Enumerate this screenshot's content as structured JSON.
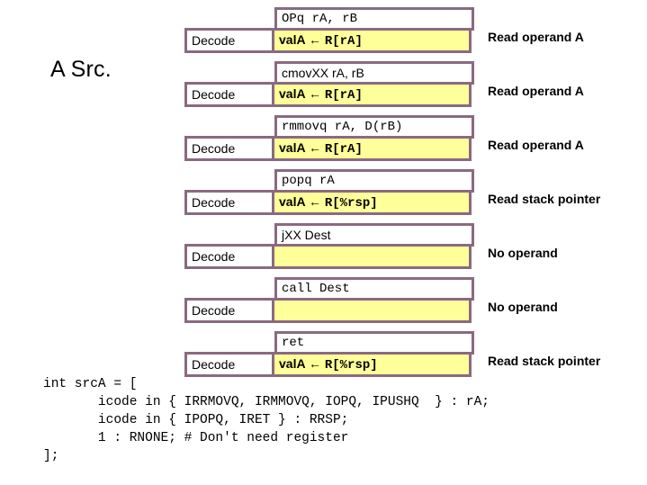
{
  "slide": {
    "title": "A Src."
  },
  "table": {
    "stage_label": "Decode",
    "groups": [
      {
        "instruction": "OPq rA, rB",
        "instruction_font": "mono",
        "stage": "Decode",
        "action": "valA ← R[rA]",
        "action_empty": false,
        "note": "Read operand A"
      },
      {
        "instruction": "cmovXX rA, rB",
        "instruction_font": "sans",
        "stage": "Decode",
        "action": "valA ← R[rA]",
        "action_empty": false,
        "note": "Read operand A"
      },
      {
        "instruction": "rmmovq rA, D(rB)",
        "instruction_font": "mono",
        "stage": "Decode",
        "action": "valA ← R[rA]",
        "action_empty": false,
        "note": "Read operand A"
      },
      {
        "instruction": "popq rA",
        "instruction_font": "mono",
        "stage": "Decode",
        "action": "valA ← R[%rsp]",
        "action_empty": false,
        "note": "Read stack pointer"
      },
      {
        "instruction": "jXX Dest",
        "instruction_font": "sans",
        "stage": "Decode",
        "action": "",
        "action_empty": true,
        "note": "No operand"
      },
      {
        "instruction": "call Dest",
        "instruction_font": "mono",
        "stage": "Decode",
        "action": "",
        "action_empty": true,
        "note": "No operand"
      },
      {
        "instruction": "ret",
        "instruction_font": "mono",
        "stage": "Decode",
        "action": "valA ← R[%rsp]",
        "action_empty": false,
        "note": "Read stack pointer"
      }
    ]
  },
  "code": {
    "lines": [
      "int srcA = [",
      "       icode in { IRRMOVQ, IRMMOVQ, IOPQ, IPUSHQ  } : rA;",
      "       icode in { IPOPQ, IRET } : RRSP;",
      "       1 : RNONE; # Don't need register",
      "];"
    ]
  },
  "colors": {
    "border": "#8A6A80",
    "action_fill": "#FFFF99",
    "background": "#FFFFFF",
    "text": "#000000"
  }
}
